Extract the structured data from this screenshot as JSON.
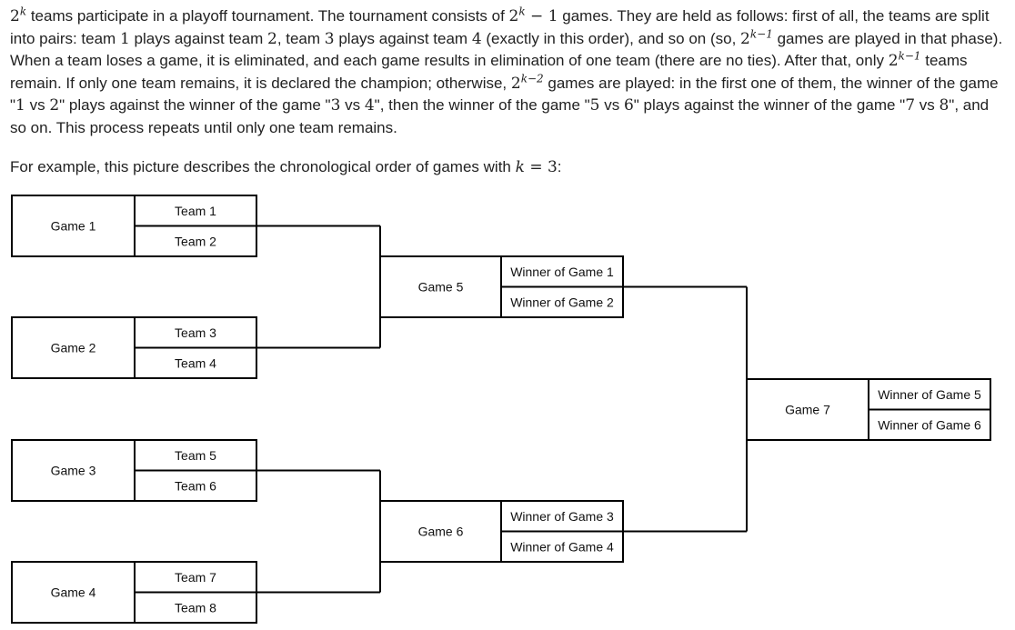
{
  "text": {
    "p1_a": " teams participate in a playoff tournament. The tournament consists of ",
    "p1_b": " games. They are held as follows: first of all, the teams are split into pairs: team ",
    "p1_c": " plays against team ",
    "p1_d": ", team ",
    "p1_e": " plays against team ",
    "p1_f": " (exactly in this order), and so on (so, ",
    "p1_g": " games are played in that phase). When a team loses a game, it is eliminated, and each game results in elimination of one team (there are no ties). After that, only ",
    "p1_h": " teams remain. If only one team remains, it is declared the champion; otherwise, ",
    "p1_i": " games are played: in the first one of them, the winner of the game \"",
    "vs": " vs ",
    "p1_j": "\" plays against the winner of the game \"",
    "p1_k": "\", then the winner of the game \"",
    "p1_l": "\" plays against the winner of the game \"",
    "p1_m": "\", and so on. This process repeats until only one team remains.",
    "p2": "For example, this picture describes the chronological order of games with ",
    "p2_end": ":"
  },
  "math": {
    "two": "2",
    "k": "k",
    "minus_one": " − 1",
    "k_minus_1": "k−1",
    "k_minus_2": "k−2",
    "n1": "1",
    "n2": "2",
    "n3": "3",
    "n4": "4",
    "n5": "5",
    "n6": "6",
    "n7": "7",
    "n8": "8",
    "eq3": " = 3"
  },
  "bracket": {
    "games": [
      {
        "label": "Game 1",
        "top": "Team 1",
        "bottom": "Team 2"
      },
      {
        "label": "Game 2",
        "top": "Team 3",
        "bottom": "Team 4"
      },
      {
        "label": "Game 3",
        "top": "Team 5",
        "bottom": "Team 6"
      },
      {
        "label": "Game 4",
        "top": "Team 7",
        "bottom": "Team 8"
      },
      {
        "label": "Game 5",
        "top": "Winner of Game 1",
        "bottom": "Winner of Game 2"
      },
      {
        "label": "Game 6",
        "top": "Winner of Game 3",
        "bottom": "Winner of Game 4"
      },
      {
        "label": "Game 7",
        "top": "Winner of Game 5",
        "bottom": "Winner of Game 6"
      }
    ]
  }
}
